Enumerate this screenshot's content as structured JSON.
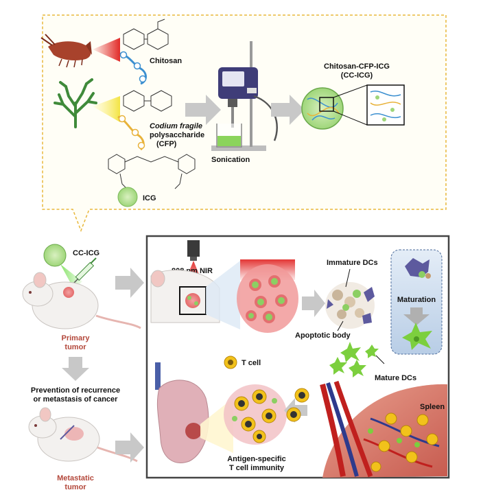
{
  "synthesis": {
    "chitosan_label": "Chitosan",
    "cfp_label_line1": "Codium fragile",
    "cfp_label_line2": "polysaccharide",
    "cfp_label_line3": "(CFP)",
    "icg_label": "ICG",
    "sonication_label": "Sonication",
    "product_label_line1": "Chitosan-CFP-ICG",
    "product_label_line2": "(CC-ICG)"
  },
  "treatment": {
    "injection_label": "CC-ICG",
    "primary_line1": "Primary",
    "primary_line2": "tumor",
    "prevention_line1": "Prevention of recurrence",
    "prevention_line2": "or metastasis of cancer",
    "metastatic_line1": "Metastatic",
    "metastatic_line2": "tumor"
  },
  "mechanism": {
    "nir_label": "808 nm NIR",
    "immature_label": "Immature DCs",
    "apoptotic_label": "Apoptotic body",
    "maturation_label": "Maturation",
    "mature_label": "Mature DCs",
    "tcell_label": "T cell",
    "spleen_label": "Spleen",
    "immunity_line1": "Antigen-specific",
    "immunity_line2": "T cell immunity"
  },
  "colors": {
    "dashed_border": "#e8b73a",
    "panel_border": "#444444",
    "arrow_gray": "#c8c8c8",
    "laser_red": "#e0201e",
    "tumor_pink": "#e98b8b",
    "chitosan_blue": "#3b8fd0",
    "cfp_yellow": "#e8b23a",
    "icg_green": "#8ccf63",
    "dc_purple": "#5d5a9e",
    "dc_green": "#7ccf3e",
    "tcell_yellow": "#f2c21b",
    "label_red": "#b3473a"
  }
}
